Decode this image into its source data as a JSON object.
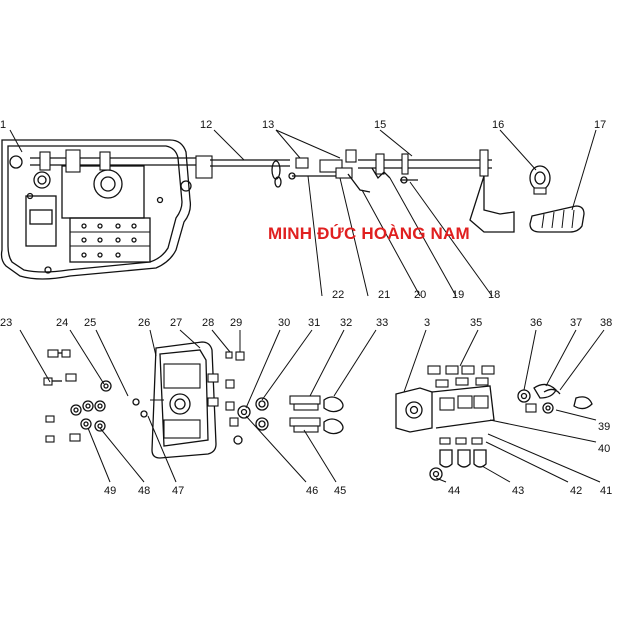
{
  "watermark": {
    "text": "MINH ĐỨC HOÀNG NAM",
    "color": "#e02020"
  },
  "callouts_top": [
    "1",
    "12",
    "13",
    "15",
    "16",
    "17"
  ],
  "callouts_top_bottom_row": [
    "22",
    "21",
    "20",
    "19",
    "18"
  ],
  "callouts_bottom_top_row": [
    "23",
    "24",
    "25",
    "26",
    "27",
    "28",
    "29",
    "30",
    "31",
    "32",
    "33",
    "3",
    "35",
    "36",
    "37",
    "38"
  ],
  "callouts_bottom_bottom_row": [
    "49",
    "48",
    "47",
    "46",
    "45",
    "44",
    "43",
    "42",
    "41"
  ],
  "callouts_right": [
    "39",
    "40"
  ]
}
